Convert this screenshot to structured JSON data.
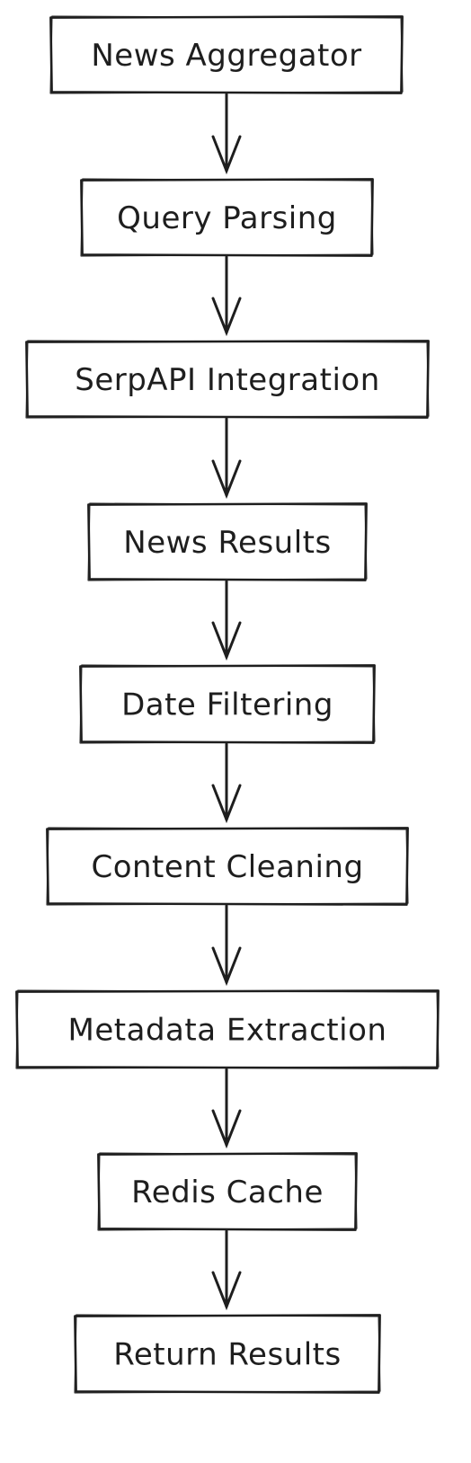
{
  "diagram": {
    "type": "flowchart",
    "direction": "top-to-bottom",
    "stroke_color": "#1e1e1e",
    "background": "#ffffff",
    "nodes": [
      {
        "id": "n1",
        "label": "News Aggregator"
      },
      {
        "id": "n2",
        "label": "Query Parsing"
      },
      {
        "id": "n3",
        "label": "SerpAPI Integration"
      },
      {
        "id": "n4",
        "label": "News Results"
      },
      {
        "id": "n5",
        "label": "Date Filtering"
      },
      {
        "id": "n6",
        "label": "Content Cleaning"
      },
      {
        "id": "n7",
        "label": "Metadata Extraction"
      },
      {
        "id": "n8",
        "label": "Redis Cache"
      },
      {
        "id": "n9",
        "label": "Return Results"
      }
    ],
    "edges": [
      {
        "from": "n1",
        "to": "n2"
      },
      {
        "from": "n2",
        "to": "n3"
      },
      {
        "from": "n3",
        "to": "n4"
      },
      {
        "from": "n4",
        "to": "n5"
      },
      {
        "from": "n5",
        "to": "n6"
      },
      {
        "from": "n6",
        "to": "n7"
      },
      {
        "from": "n7",
        "to": "n8"
      },
      {
        "from": "n8",
        "to": "n9"
      }
    ]
  }
}
